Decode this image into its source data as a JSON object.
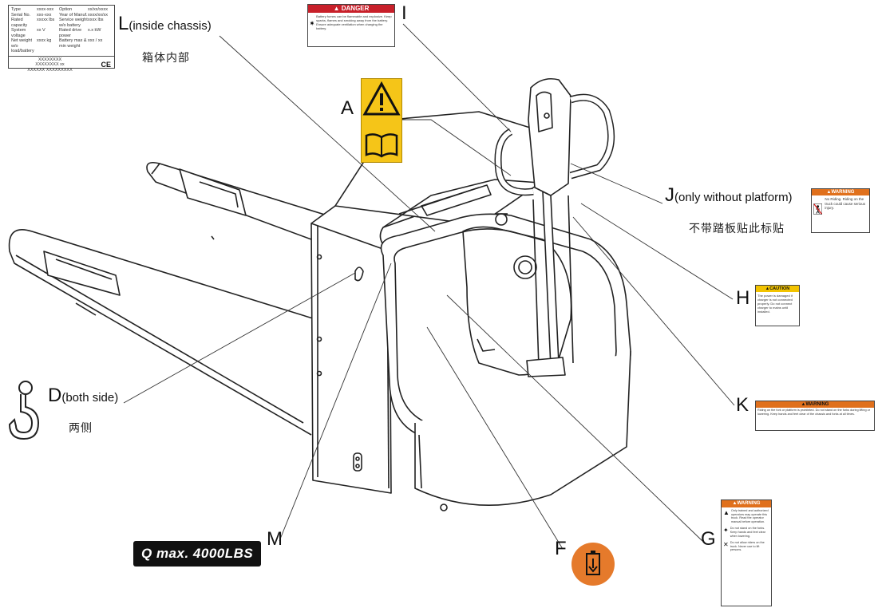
{
  "nameplate": {
    "rows": [
      [
        "Type",
        "xxxx-xxx",
        "Option",
        "xx/xx/xxxx"
      ],
      [
        "Serial No.",
        "xxx-xxx",
        "Year of Manuf.",
        "xxxx/xx/xx"
      ],
      [
        "Rated capacity",
        "xxxxx lbs",
        "Service weight w/o battery",
        "xxxx lbs"
      ],
      [
        "System voltage",
        "xx V",
        "Rated drive power",
        "x.x kW"
      ],
      [
        "Net weight w/o load/battery",
        "xxxx kg",
        "Battery max & min weight",
        "xxx / xx"
      ]
    ],
    "footer": [
      "XXXXXXXX",
      "XXXXXXXX xx",
      "XXXXXX XXXXXXXXX"
    ],
    "ce_mark": "CE"
  },
  "callouts": {
    "L": "L",
    "L_note": "(inside chassis)",
    "L_cn": "箱体内部",
    "I": "I",
    "A": "A",
    "J": "J",
    "J_note": "(only without platform)",
    "J_cn": "不带踏板贴此标贴",
    "H": "H",
    "K": "K",
    "D": "D",
    "D_note": "(both side)",
    "D_cn": "两侧",
    "G": "G",
    "F": "F",
    "M": "M"
  },
  "labels": {
    "danger_title": "DANGER",
    "danger_text": "Battery fumes can be flammable and explosive. Keep sparks, flames and smoking away from the battery. Ensure adequate ventilation when charging the battery.",
    "warning_j_title": "WARNING",
    "warning_j_text": "No Riding. Riding on the truck could cause serious injury.",
    "caution_title": "CAUTION",
    "caution_text": "The power is damaged if charger is not connected properly. Do not connect charger to mains until installed.",
    "warning_k_title": "WARNING",
    "warning_k_text": "Riding on the fork or platform is prohibited. Do not stand on the forks during lifting or lowering. Keep hands and feet clear of the chassis and forks at all times.",
    "warning_g_title": "WARNING",
    "warning_g_text1": "Only trained and authorized operators may operate this truck. Read the operator manual before operation.",
    "warning_g_text2": "Do not stand on the forks. Keep hands and feet clear when lowering.",
    "warning_g_text3": "Do not allow riders on the truck. Never use to lift persons.",
    "qmax": "Q max. 4000LBS"
  },
  "colors": {
    "danger_red": "#c8202a",
    "warning_orange": "#e0701c",
    "caution_yellow": "#f2c300",
    "sign_yellow": "#f5c518",
    "sign_orange": "#e57a2b",
    "line": "#222222"
  },
  "icons": [
    "warning-triangle-icon",
    "manual-book-icon",
    "lifting-hook-icon",
    "battery-charge-icon",
    "ce-mark"
  ]
}
